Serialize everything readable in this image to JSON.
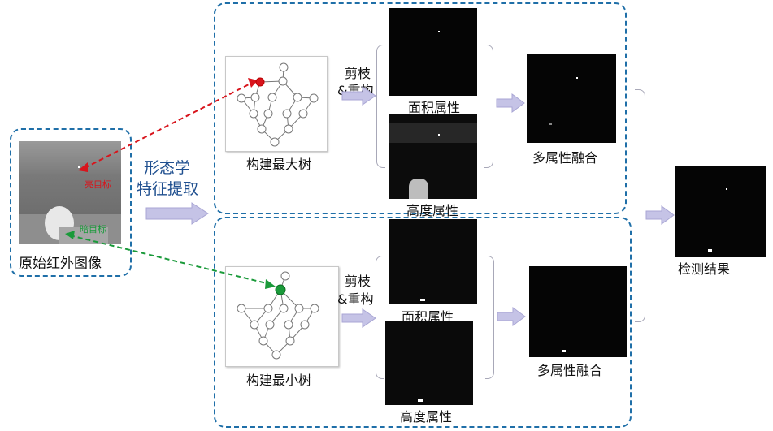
{
  "input": {
    "label": "原始红外图像",
    "bright_target": "亮目标",
    "dark_target": "暗目标"
  },
  "feature_step": {
    "line1": "形态学",
    "line2": "特征提取"
  },
  "top_branch": {
    "tree_label": "构建最大树",
    "op_line1": "剪枝",
    "op_line2": "&重构",
    "area_label": "面积属性",
    "height_label": "高度属性",
    "fusion_label": "多属性融合"
  },
  "bottom_branch": {
    "tree_label": "构建最小树",
    "op_line1": "剪枝",
    "op_line2": "&重构",
    "area_label": "面积属性",
    "height_label": "高度属性",
    "fusion_label": "多属性融合"
  },
  "output": {
    "label": "检测结果"
  },
  "colors": {
    "panel_border": "#1f6fa8",
    "arrow_fill": "#c5c3e6",
    "bright_marker": "#d8141c",
    "dark_marker": "#1a9a3a",
    "feature_text": "#1f4f8f"
  }
}
